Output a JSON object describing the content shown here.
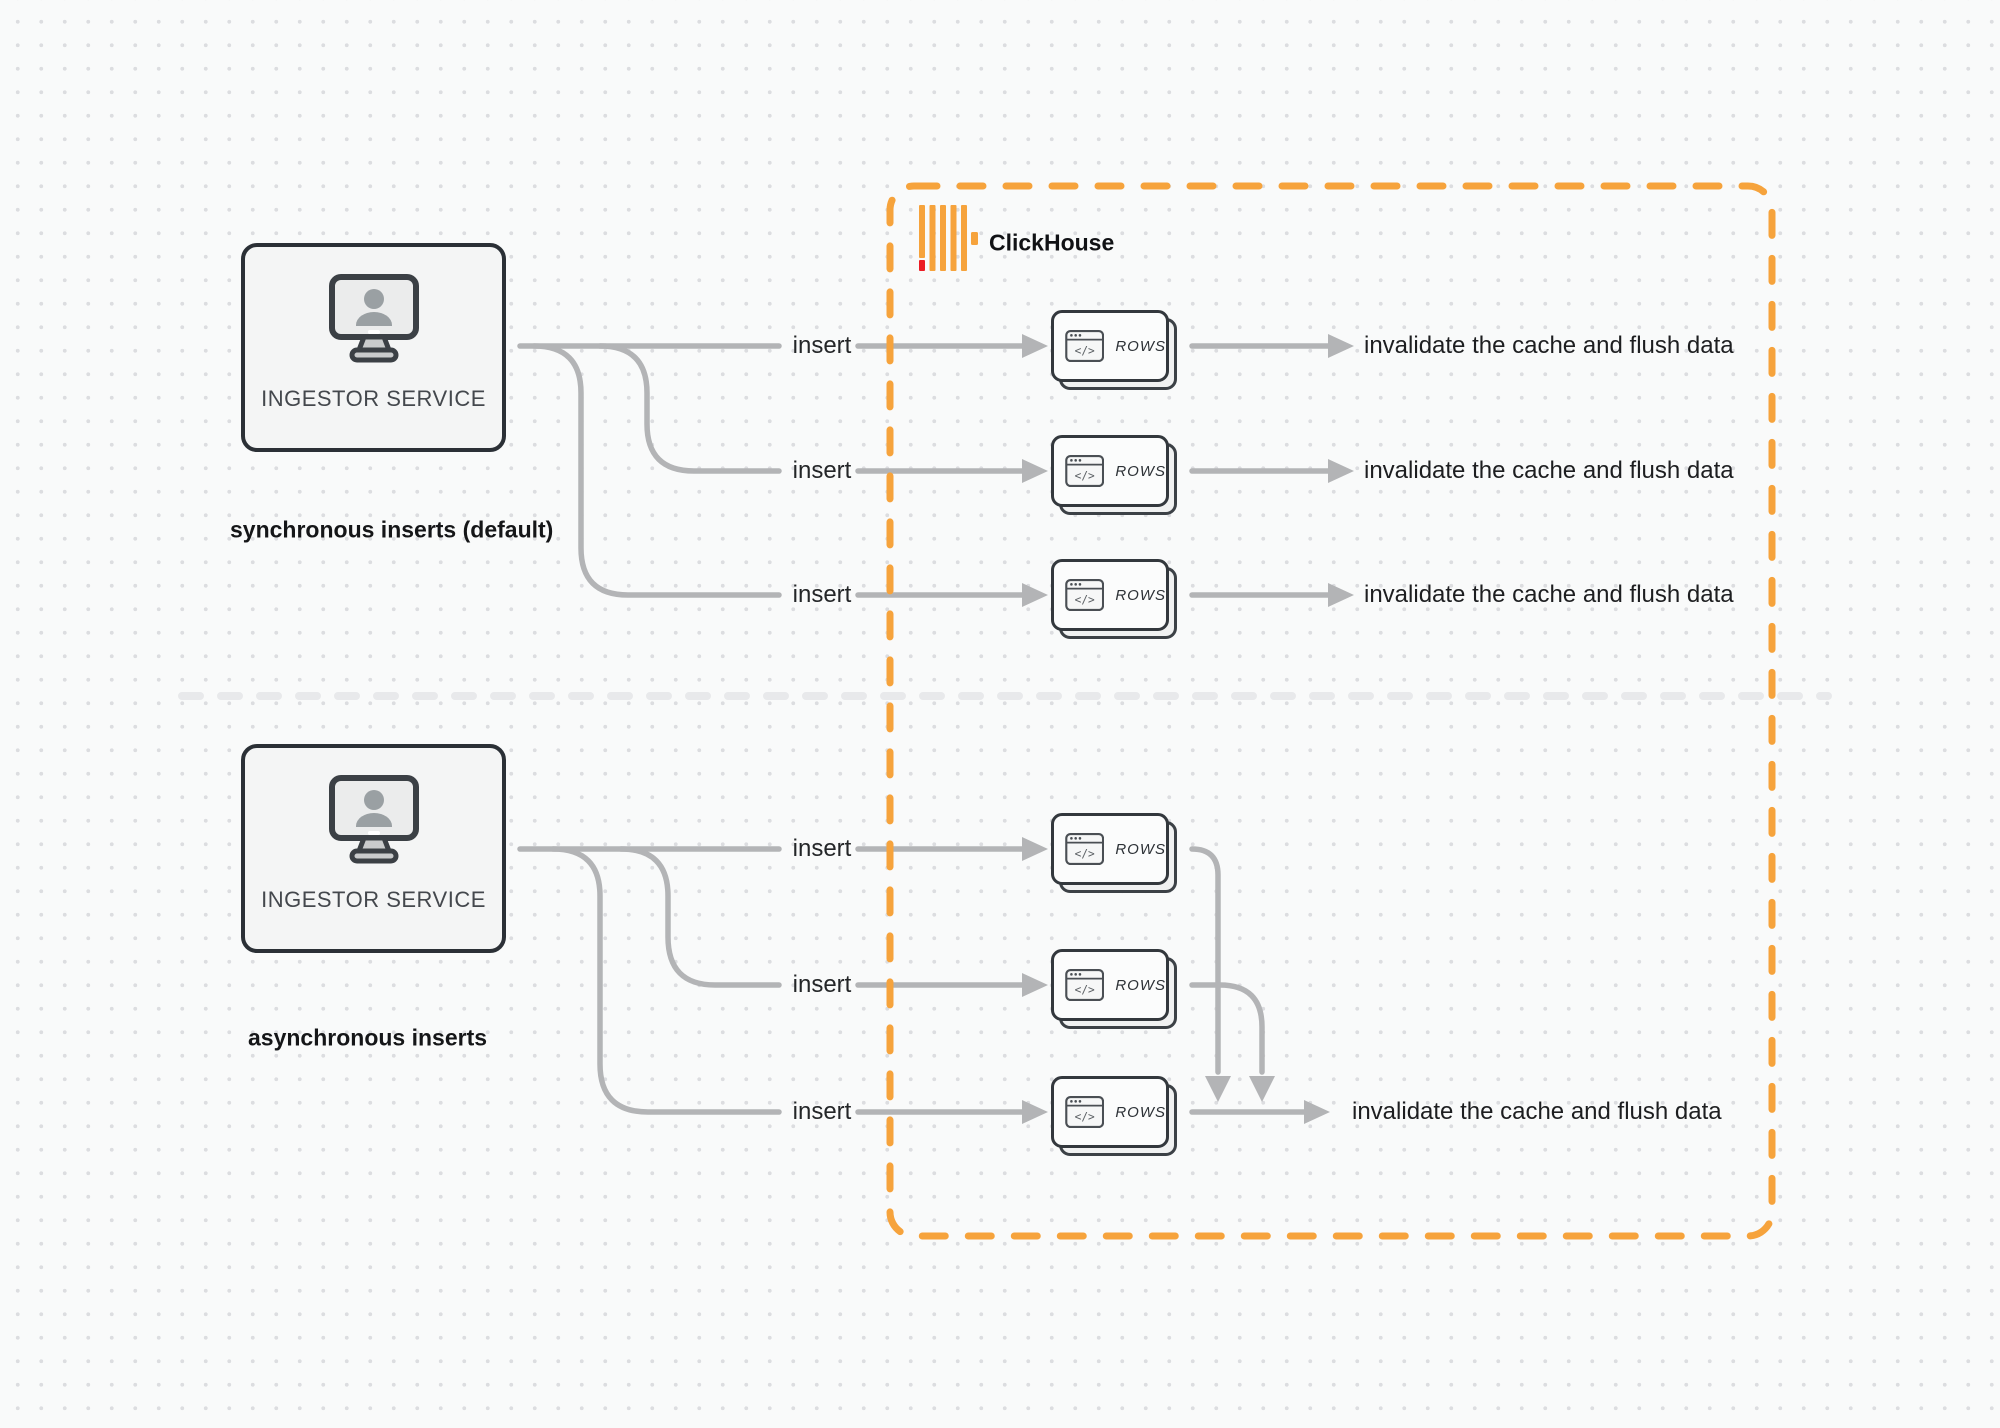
{
  "clickhouse": {
    "label": "ClickHouse"
  },
  "sections": {
    "synchronous": {
      "service_label": "INGESTOR SERVICE",
      "caption": "synchronous inserts (default)",
      "rows": [
        {
          "insert_label": "insert",
          "rows_label": "ROWS",
          "result_label": "invalidate the cache and flush data"
        },
        {
          "insert_label": "insert",
          "rows_label": "ROWS",
          "result_label": "invalidate the cache and flush data"
        },
        {
          "insert_label": "insert",
          "rows_label": "ROWS",
          "result_label": "invalidate the cache and flush data"
        }
      ]
    },
    "asynchronous": {
      "service_label": "INGESTOR SERVICE",
      "caption": "asynchronous inserts",
      "rows": [
        {
          "insert_label": "insert",
          "rows_label": "ROWS"
        },
        {
          "insert_label": "insert",
          "rows_label": "ROWS"
        },
        {
          "insert_label": "insert",
          "rows_label": "ROWS"
        }
      ],
      "result_label": "invalidate the cache and flush data"
    }
  },
  "icons": {
    "service_icon": "monitor-user-icon",
    "rows_icon": "code-window-icon",
    "logo_icon": "clickhouse-bars-icon",
    "code_glyph": "</>"
  },
  "colors": {
    "accent_orange": "#F6A33C",
    "logo_red": "#EC1C24",
    "connector_gray": "#B3B4B6",
    "divider_gray": "#E8E9EB",
    "node_border": "#2B3036",
    "text_dark": "#1D1E20"
  }
}
